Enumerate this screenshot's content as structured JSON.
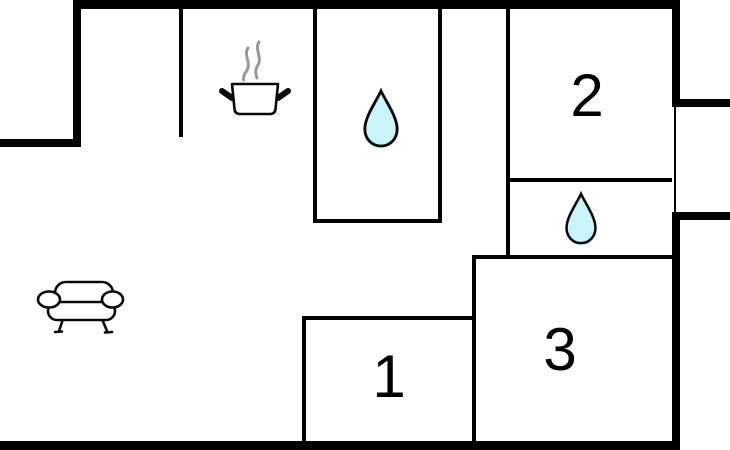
{
  "floorplan": {
    "rooms": [
      {
        "label": "1"
      },
      {
        "label": "2"
      },
      {
        "label": "3"
      }
    ],
    "icons": {
      "kitchen": "cooking-pot-icon",
      "bathroom": "water-drop-icon",
      "wc": "water-drop-icon",
      "living": "sofa-icon"
    },
    "colors": {
      "wall": "#000000",
      "background": "#ffffff",
      "label_text": "#000000",
      "icon_stroke": "#0a0a0a",
      "water_drop_fill": "#c9f4f9",
      "steam": "#999999"
    }
  }
}
